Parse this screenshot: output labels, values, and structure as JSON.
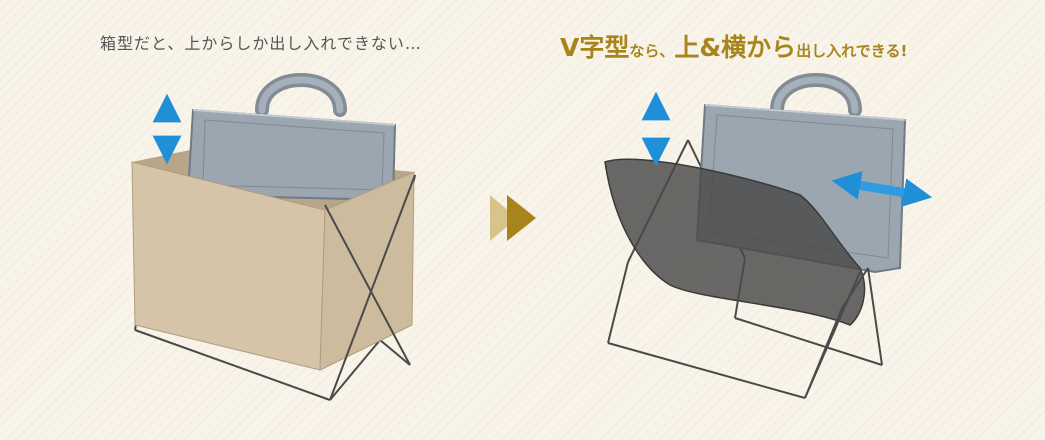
{
  "left_caption": "箱型だと、上からしか出し入れできない…",
  "right_caption": {
    "part1": "V字型",
    "part2": "なら、",
    "part3": "上&横から",
    "part4": "出し入れできる!"
  },
  "colors": {
    "accent_gold": "#a8841c",
    "arrow_blue": "#1f8fd8",
    "box_tan": "#d5c4a8",
    "bag_gray": "#9ba6b1",
    "mesh_dark": "#4a4a4a",
    "frame_line": "#4a4a4a"
  },
  "icons": [
    "updown-arrow-icon",
    "leftright-arrow-icon",
    "double-chevron-right-icon"
  ]
}
